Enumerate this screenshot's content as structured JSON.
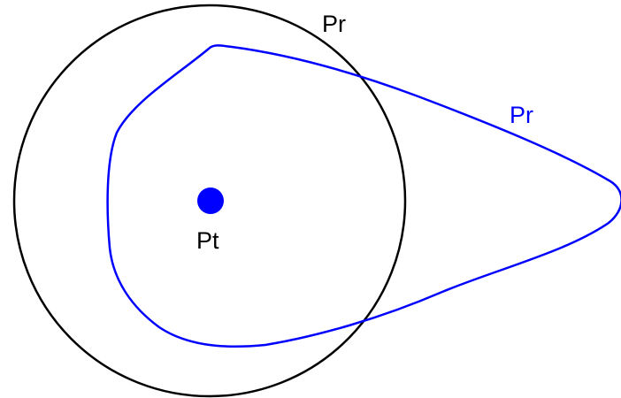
{
  "labels": {
    "circle": "Pr",
    "contour": "Pr",
    "point": "Pt"
  },
  "colors": {
    "circle": "#000000",
    "contour": "#0000ff",
    "point": "#0000ff"
  }
}
